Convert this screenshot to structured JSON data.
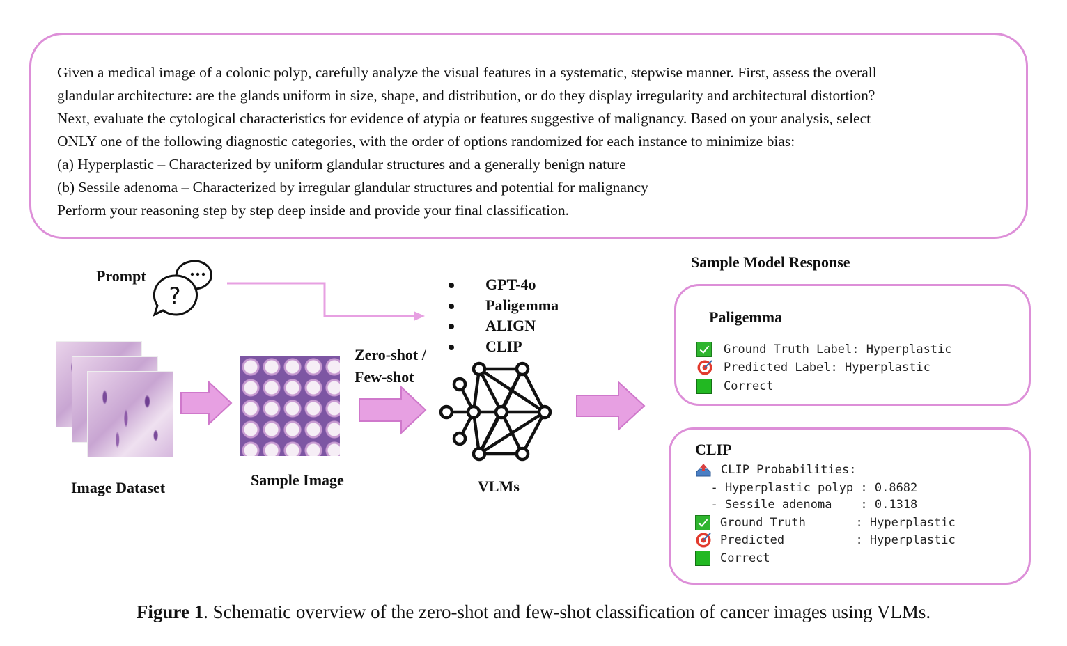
{
  "prompt_box": {
    "lines": [
      "Given a medical image of a colonic polyp, carefully analyze the visual features in a systematic, stepwise manner. First, assess the overall",
      "glandular architecture: are the glands uniform in size, shape, and distribution, or do they display irregularity and architectural distortion?",
      " Next, evaluate the cytological characteristics for evidence of atypia or features suggestive of malignancy. Based on your analysis, select",
      "ONLY one of the following diagnostic categories, with the order of options randomized for each instance to minimize bias:",
      "(a) Hyperplastic – Characterized by uniform glandular structures and a generally benign nature",
      "(b) Sessile adenoma – Characterized by irregular glandular structures and potential for malignancy",
      "Perform your reasoning step by step deep inside and provide your final classification."
    ]
  },
  "labels": {
    "prompt": "Prompt",
    "image_dataset": "Image Dataset",
    "sample_image": "Sample Image",
    "shot_mode_line1": "Zero-shot /",
    "shot_mode_line2": "Few-shot",
    "vlms": "VLMs",
    "sample_model_response": "Sample Model Response"
  },
  "models": [
    "GPT-4o",
    "Paligemma",
    "ALIGN",
    "CLIP"
  ],
  "paligemma_response": {
    "title": "Paligemma",
    "ground_truth": "Ground Truth Label: Hyperplastic",
    "predicted": "Predicted Label: Hyperplastic",
    "result": "Correct",
    "icons": [
      "check-icon",
      "target-icon",
      "green-square-icon"
    ]
  },
  "clip_response": {
    "title": "CLIP",
    "probabilities_header": "CLIP Probabilities:",
    "prob_hyperplastic": "  - Hyperplastic polyp : 0.8682",
    "prob_sessile": "  - Sessile adenoma    : 0.1318",
    "ground_truth": "Ground Truth       : Hyperplastic",
    "predicted": "Predicted          : Hyperplastic",
    "result": "Correct",
    "icons": [
      "outbox-icon",
      "check-icon",
      "target-icon",
      "green-square-icon"
    ]
  },
  "caption": {
    "figure_label": "Figure 1",
    "text": ". Schematic overview of the zero-shot and few-shot classification of cancer images using VLMs."
  },
  "colors": {
    "border_pink": "#dd8fd8",
    "arrow_fill": "#e7a0e2",
    "arrow_stroke": "#cf78cb",
    "check_green": "#2fb52f",
    "target_red": "#e23b2e"
  }
}
